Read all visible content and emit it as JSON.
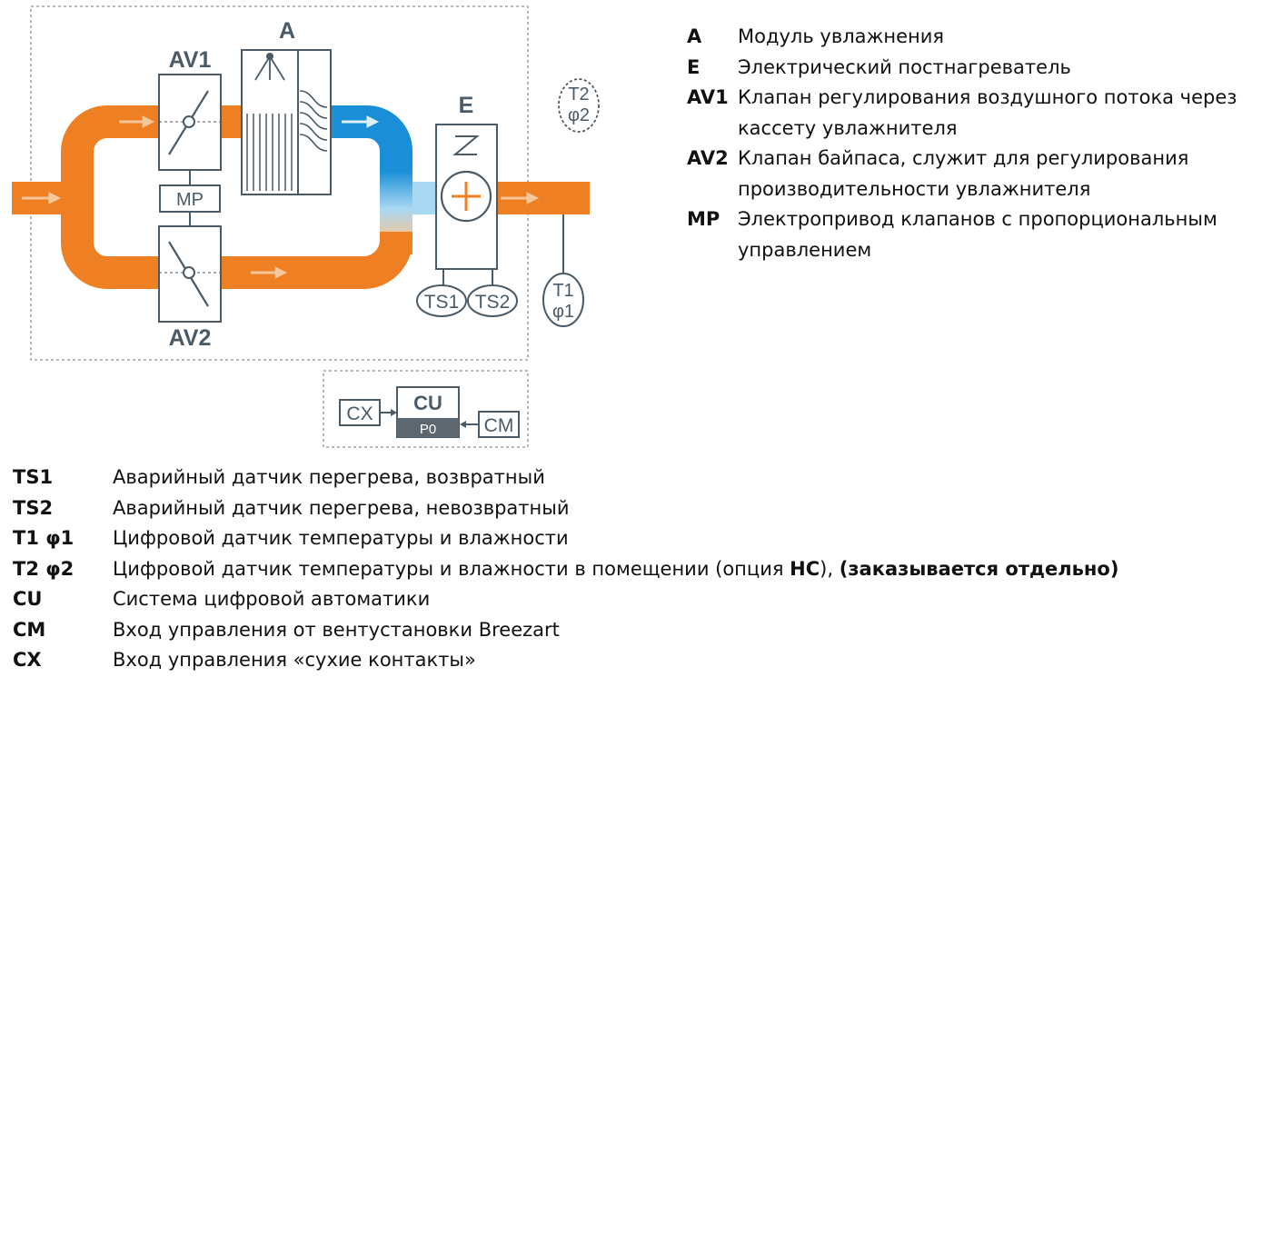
{
  "diagram": {
    "labels": {
      "A": "A",
      "E": "E",
      "AV1": "AV1",
      "AV2": "AV2",
      "MP": "MP",
      "TS1": "TS1",
      "TS2": "TS2",
      "T1": "T1",
      "phi1": "φ1",
      "T2": "T2",
      "phi2": "φ2",
      "CU": "CU",
      "P0": "P0",
      "CX": "CX",
      "CM": "CM"
    },
    "colors": {
      "orange": "#ee7f22",
      "blue": "#1a8ed6",
      "light_blue": "#a8d8f2",
      "outline": "#4a5a66",
      "dash": "#8a9096",
      "arrow": "#f6c79a"
    }
  },
  "legend_top": [
    {
      "code": "A",
      "text": "Модуль увлажнения"
    },
    {
      "code": "E",
      "text": "Электрический постнагреватель"
    },
    {
      "code": "AV1",
      "text": "Клапан регулирования воздушного потока через кассету увлажнителя"
    },
    {
      "code": "AV2",
      "text": "Клапан байпаса, служит для регулирования производительности увлажнителя"
    },
    {
      "code": "MP",
      "text": "Электропривод клапанов с пропорциональным управлением"
    }
  ],
  "legend_bottom": [
    {
      "code": "TS1",
      "text": "Аварийный датчик перегрева, возвратный"
    },
    {
      "code": "TS2",
      "text": "Аварийный датчик перегрева, невозвратный"
    },
    {
      "code": "T1 φ1",
      "text": "Цифровой датчик температуры и влажности"
    },
    {
      "code": "T2 φ2",
      "text_a": "Цифровой датчик температуры и влажности в помещении (опция ",
      "text_b": "HC",
      "text_c": "), ",
      "text_d": "(заказывается отдельно)"
    },
    {
      "code": "CU",
      "text": "Система цифровой автоматики"
    },
    {
      "code": "CM",
      "text": "Вход управления от вентустановки Breezart"
    },
    {
      "code": "CX",
      "text": "Вход управления «сухие контакты»"
    }
  ]
}
